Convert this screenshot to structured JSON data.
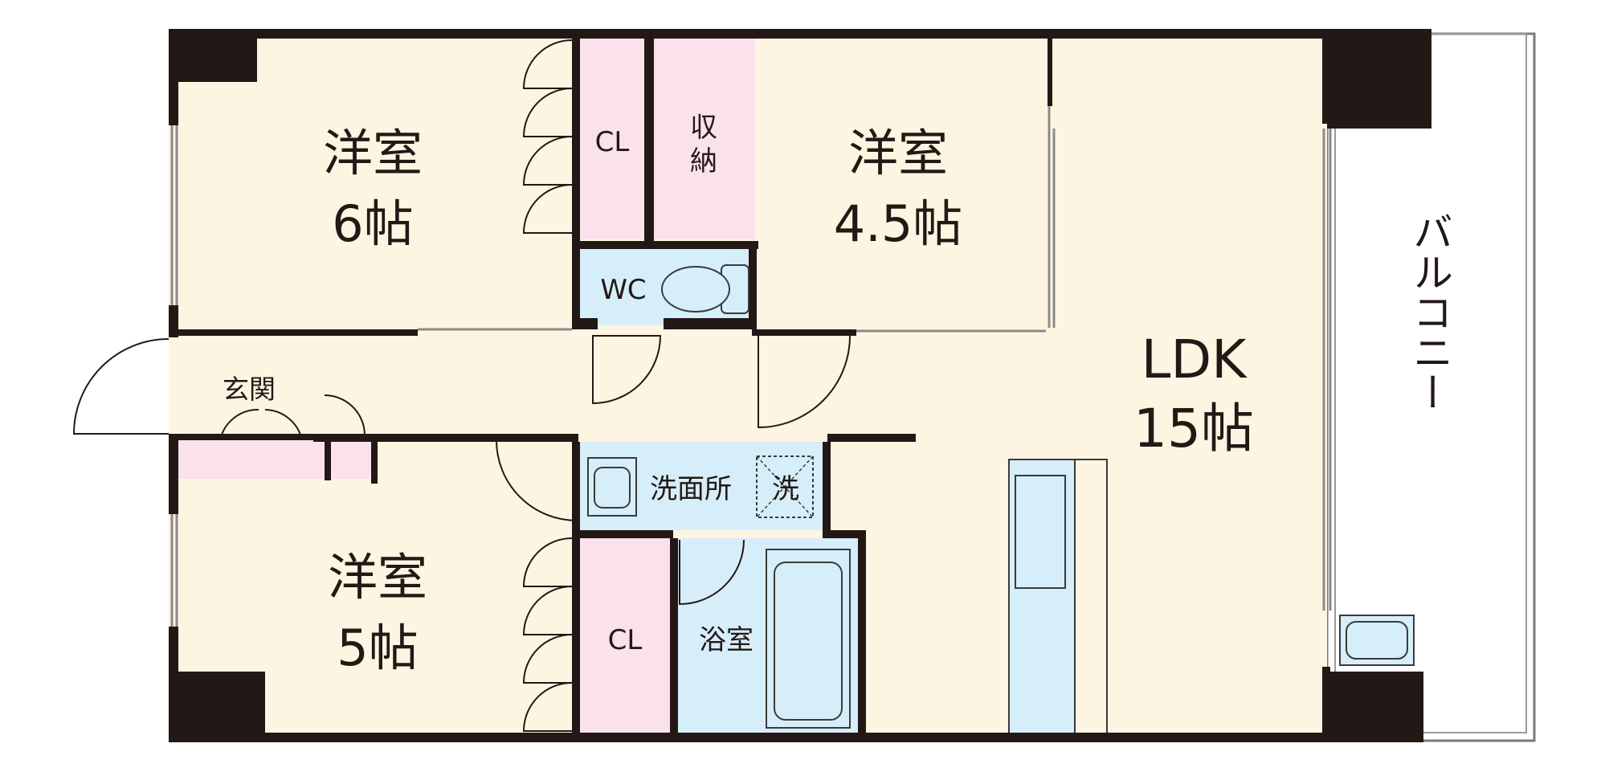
{
  "rooms": {
    "western_6": {
      "name": "洋室",
      "size": "6帖"
    },
    "western_45": {
      "name": "洋室",
      "size": "4.5帖"
    },
    "western_5": {
      "name": "洋室",
      "size": "5帖"
    },
    "ldk": {
      "name": "LDK",
      "size": "15帖"
    },
    "cl_top": {
      "name": "CL"
    },
    "cl_bottom": {
      "name": "CL"
    },
    "storage": {
      "name_line1": "収",
      "name_line2": "納"
    },
    "wc": {
      "name": "WC"
    },
    "entrance": {
      "name": "玄関"
    },
    "washroom": {
      "name": "洗面所"
    },
    "washer": {
      "name": "洗"
    },
    "bathroom": {
      "name": "浴室"
    },
    "balcony": {
      "name": "バルコニー"
    }
  },
  "colors": {
    "room_floor": "#fdf5e1",
    "closet": "#fbe1ec",
    "wet_area": "#d6eef9",
    "wall": "#231815",
    "fixture_outline": "#3a3a3a"
  },
  "icons": [
    "toilet-icon",
    "washbasin-icon",
    "bathtub-icon",
    "kitchen-counter-icon",
    "washing-machine-pan-icon",
    "door-swing-icon"
  ]
}
